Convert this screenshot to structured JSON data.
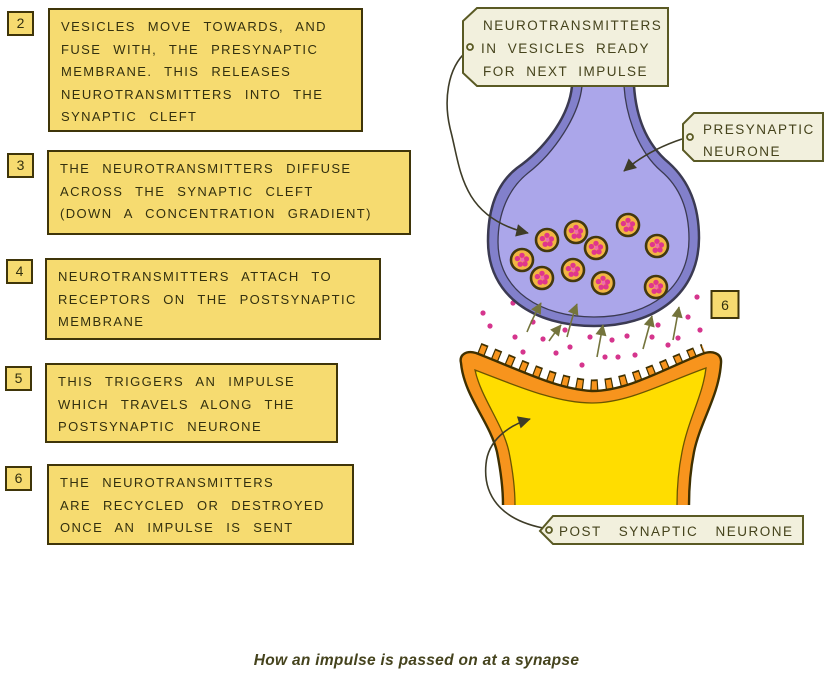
{
  "caption": "How an impulse is passed on at a synapse",
  "steps": [
    {
      "num": "2",
      "lines": [
        "VESICLES MOVE TOWARDS, AND",
        "FUSE WITH, THE PRESYNAPTIC",
        "MEMBRANE. THIS RELEASES",
        "NEUROTRANSMITTERS INTO THE",
        "SYNAPTIC CLEFT"
      ]
    },
    {
      "num": "3",
      "lines": [
        "THE NEUROTRANSMITTERS DIFFUSE",
        "ACROSS THE SYNAPTIC CLEFT",
        "(DOWN A CONCENTRATION GRADIENT)"
      ]
    },
    {
      "num": "4",
      "lines": [
        "NEUROTRANSMITTERS ATTACH TO",
        "RECEPTORS ON THE POSTSYNAPTIC",
        "MEMBRANE"
      ]
    },
    {
      "num": "5",
      "lines": [
        "THIS TRIGGERS AN IMPULSE",
        "WHICH TRAVELS ALONG THE",
        "POSTSYNAPTIC NEURONE"
      ]
    },
    {
      "num": "6",
      "lines": [
        "THE NEUROTRANSMITTERS",
        "ARE RECYCLED OR DESTROYED",
        "ONCE AN IMPULSE IS SENT"
      ]
    }
  ],
  "diagram": {
    "vesicles_tag": {
      "lines": [
        "NEUROTRANSMITTERS",
        "IN VESICLES READY",
        "FOR NEXT IMPULSE"
      ]
    },
    "presynaptic_tag": {
      "lines": [
        "PRESYNAPTIC",
        "NEURONE"
      ]
    },
    "postsynaptic_tag": {
      "text": "POST SYNAPTIC NEURONE"
    },
    "step6_marker": "6"
  },
  "colors": {
    "note_yellow": "#f6db70",
    "note_border": "#3f3509",
    "tag_bg": "#f2f0dd",
    "tag_border": "#5a5a24",
    "bulb_fill": "#aba6ea",
    "membrane_purple": "#8280cb",
    "outline_dark": "#3b3a52",
    "vesicle_fill": "#f2b544",
    "vesicle_ring": "#43380e",
    "neurotransmitter_pink": "#d5358d",
    "post_orange": "#f7941d",
    "post_yellow": "#ffdd00",
    "arrow_olive": "#74743c"
  }
}
